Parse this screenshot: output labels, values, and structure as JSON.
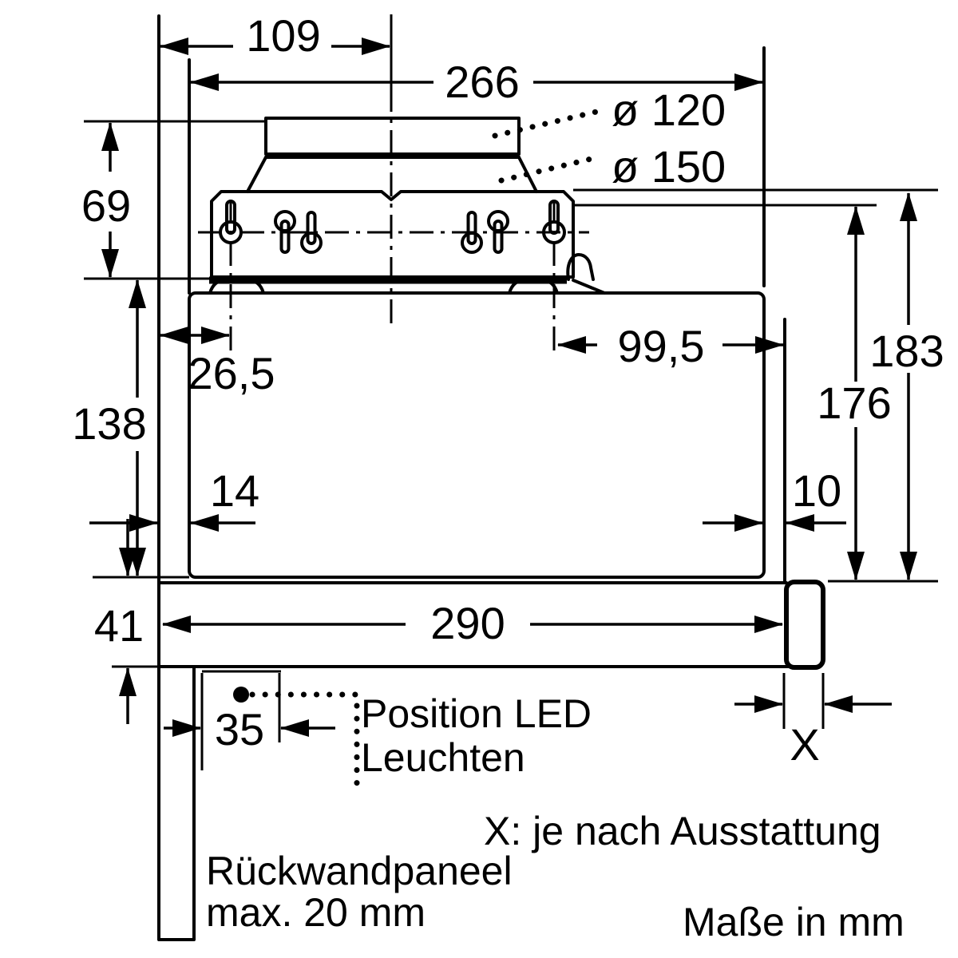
{
  "drawing": {
    "kind": "appliance-installation-dimension-drawing",
    "colors": {
      "line": "#000000",
      "background": "#ffffff"
    }
  },
  "labels": {
    "dim_109": "109",
    "dim_266": "266",
    "duct_dia_120": "ø 120",
    "duct_dia_150": "ø 150",
    "dim_69": "69",
    "dim_26_5": "26,5",
    "dim_99_5": "99,5",
    "dim_183": "183",
    "dim_176": "176",
    "dim_138": "138",
    "dim_14": "14",
    "dim_10": "10",
    "dim_41": "41",
    "dim_290": "290",
    "dim_35": "35",
    "dim_x": "X",
    "note_led_line1": "Position LED",
    "note_led_line2": "Leuchten",
    "note_x": "X: je nach Ausstattung",
    "note_back_panel_line1": "Rückwandpaneel",
    "note_back_panel_line2": "max. 20 mm",
    "note_units": "Maße in mm"
  }
}
